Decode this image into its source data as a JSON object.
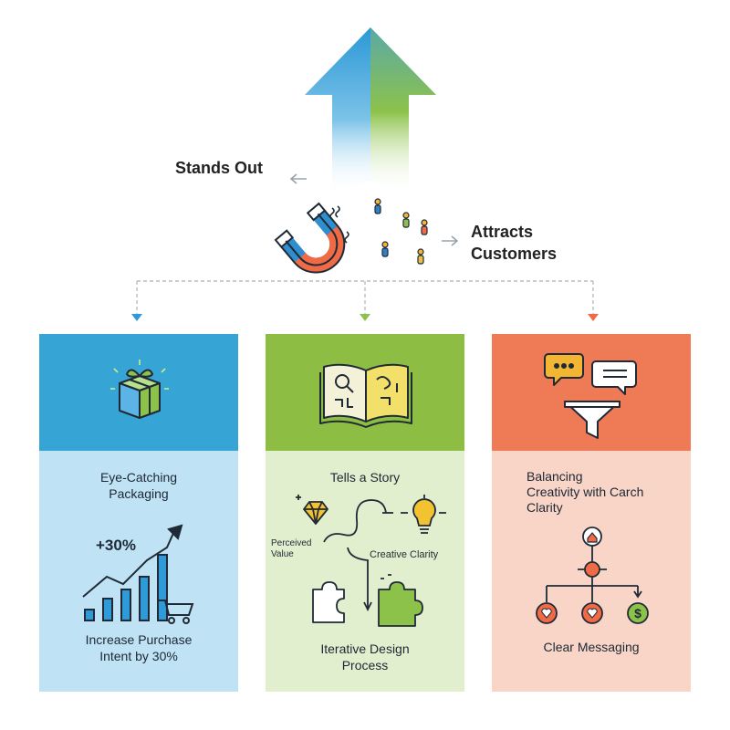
{
  "top": {
    "stands_out": "Stands Out",
    "attracts": [
      "Attracts",
      "Customers"
    ]
  },
  "columns": [
    {
      "title": [
        "Eye-Catching",
        "Packaging"
      ],
      "stat": "+30%",
      "caption": [
        "Increase Purchase",
        "Intent by 30%"
      ],
      "icons": [
        "gift-box-icon",
        "bar-chart-icon",
        "shopping-cart-icon"
      ]
    },
    {
      "title": [
        "Tells a Story"
      ],
      "perceived": [
        "Perceived",
        "Value"
      ],
      "creative": "Creative Clarity",
      "caption": [
        "Iterative Design",
        "Process"
      ],
      "icons": [
        "open-book-icon",
        "diamond-icon",
        "lightbulb-icon",
        "puzzle-icon"
      ]
    },
    {
      "title": [
        "Balancing",
        "Creativity with Carch",
        "Clarity"
      ],
      "caption": [
        "Clear Messaging"
      ],
      "icons": [
        "chat-bubbles-icon",
        "funnel-icon",
        "heart-icon",
        "dollar-icon"
      ]
    }
  ],
  "colors": {
    "blue_top": "#36a5d6",
    "blue_bottom": "#bfe3f4",
    "green_top": "#8ebd44",
    "green_bottom": "#e2efcf",
    "orange_top": "#ef7a56",
    "orange_bottom": "#f9d5c8",
    "arrow_blue": "#2e9bd8",
    "arrow_green": "#8cc24a"
  }
}
